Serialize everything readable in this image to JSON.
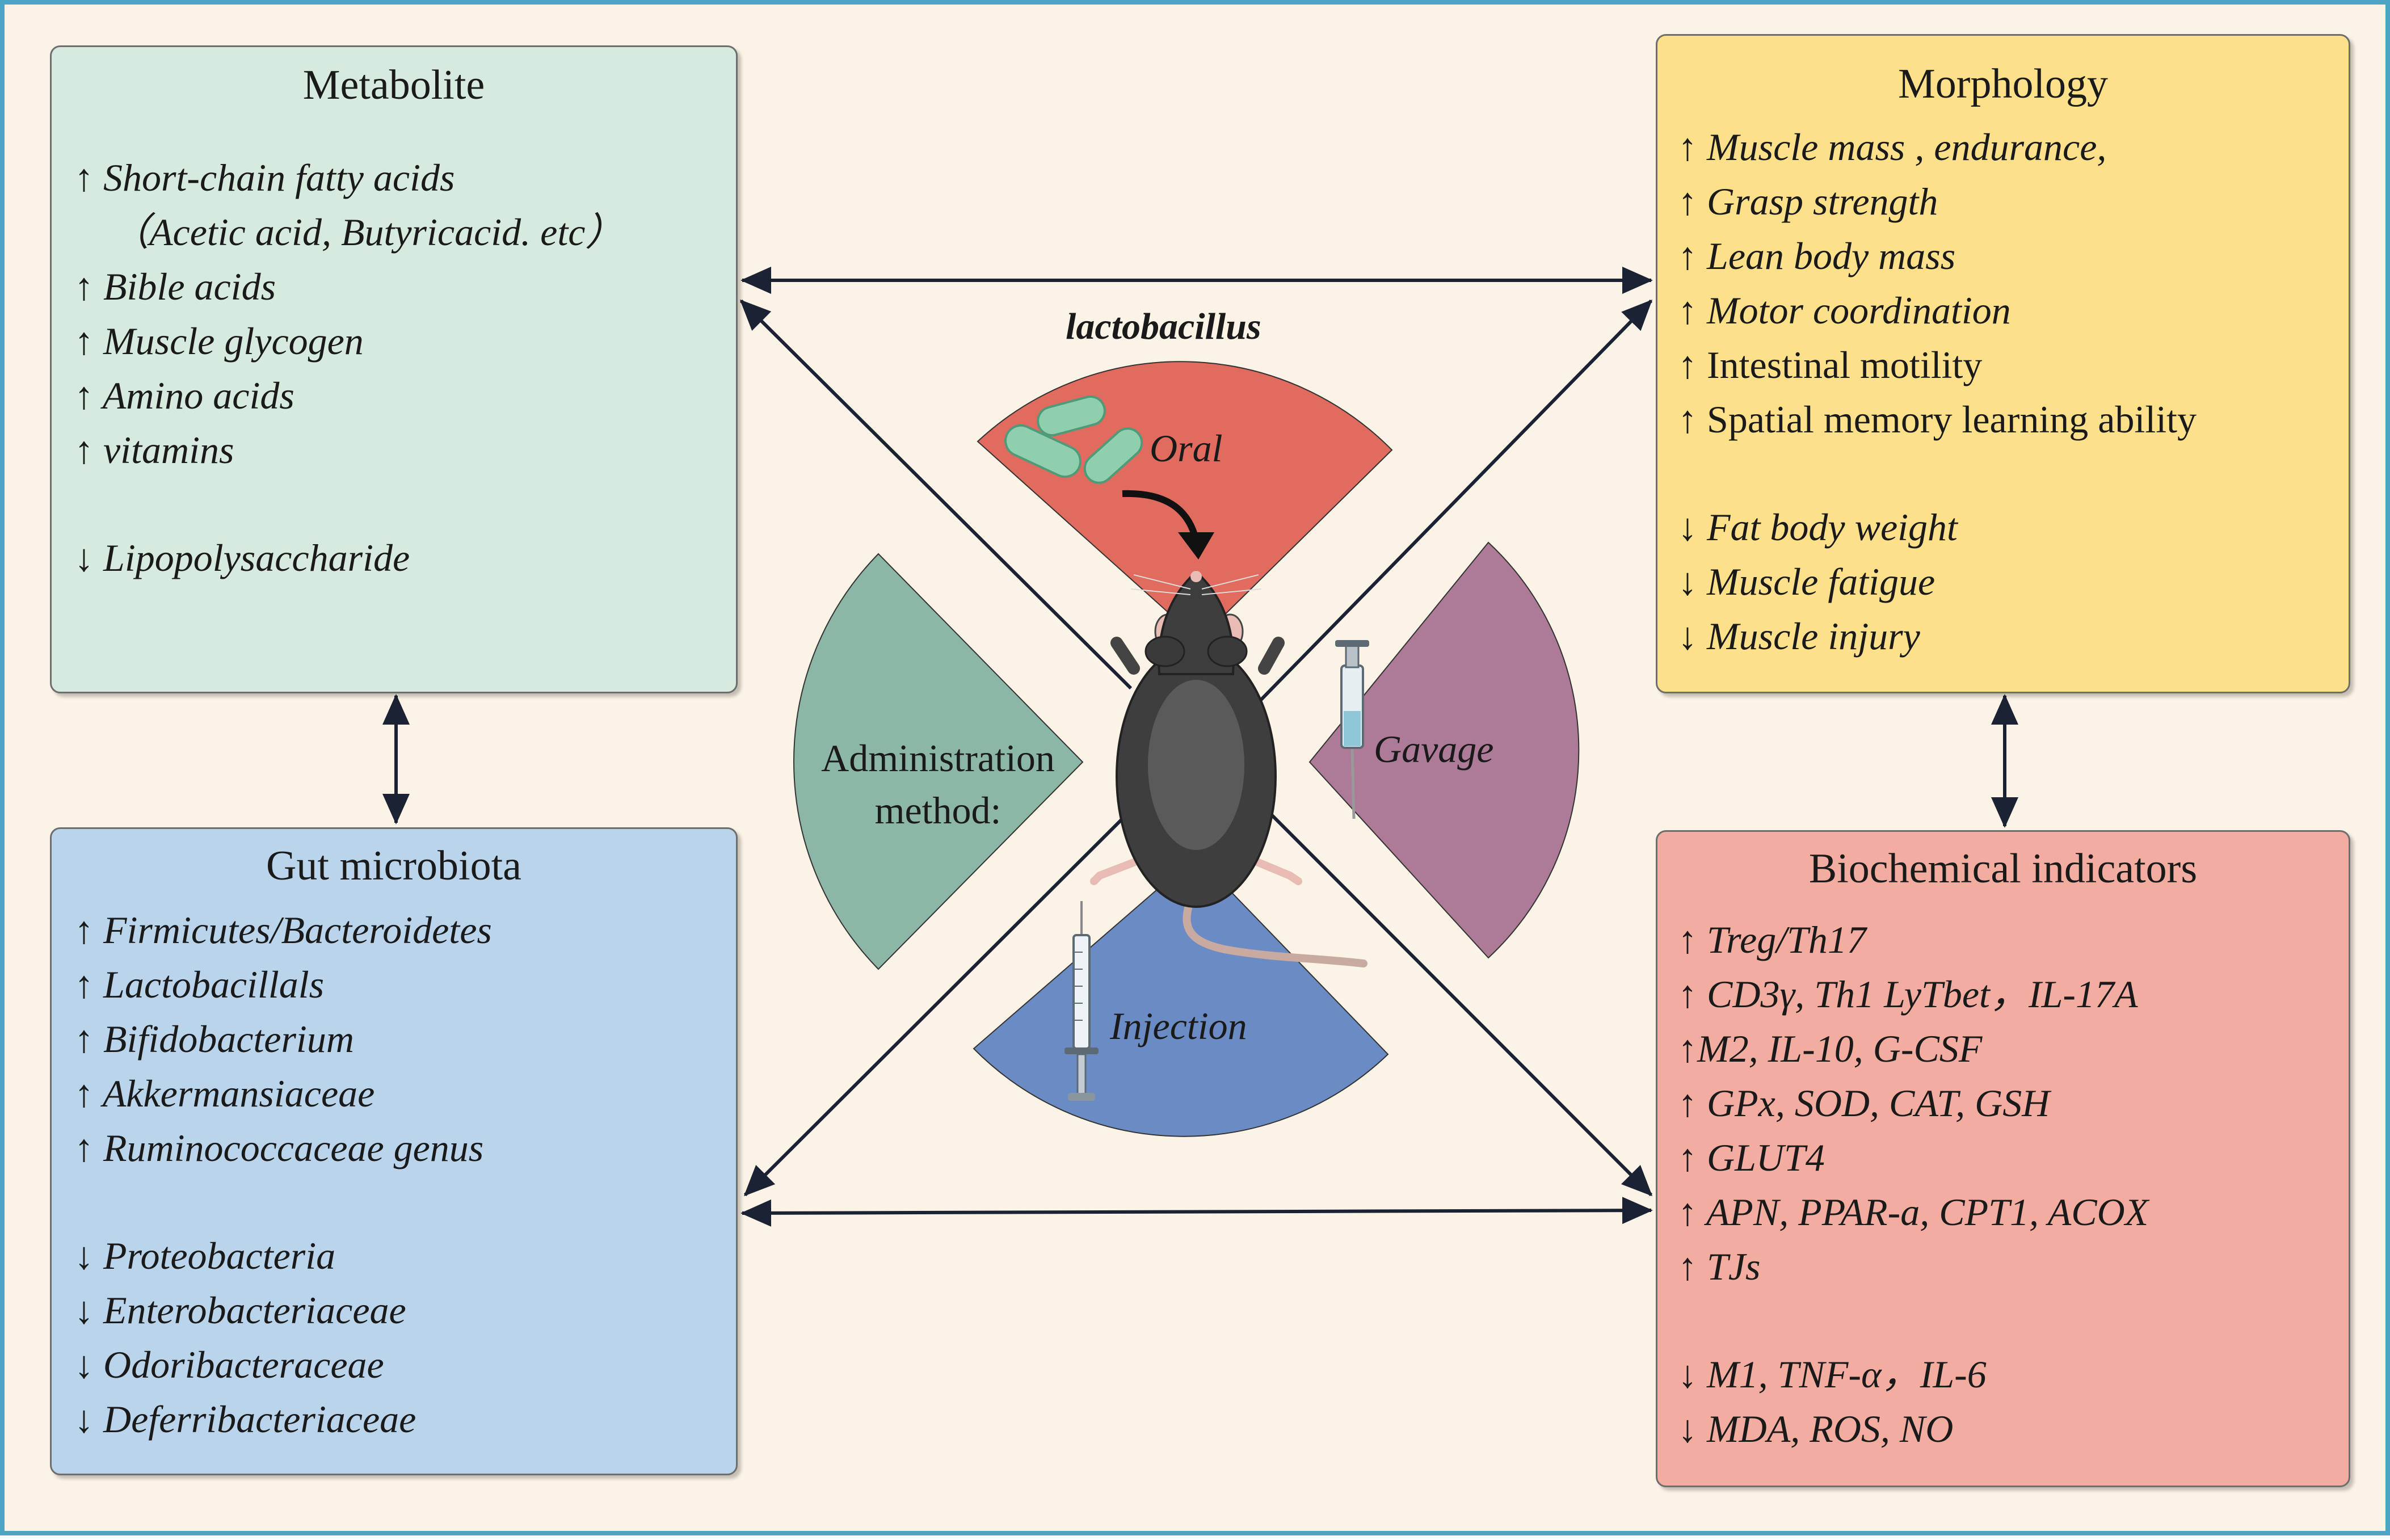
{
  "colors": {
    "background": "#fbf3e6",
    "frame": "#4aa6c4",
    "metabolite": "#d6eade",
    "morphology": "#fde08a",
    "gut": "#b9d4eb",
    "biochem": "#f2ada0",
    "oral": "#e06b5e",
    "gavage": "#ad7b97",
    "injection": "#6a8bc4",
    "administration": "#8cb6a6",
    "arrow": "#1a2233"
  },
  "center": {
    "bacterium": "lactobacillus",
    "oral": "Oral",
    "gavage": "Gavage",
    "injection": "Injection",
    "administration_line1": "Administration",
    "administration_line2": "method:"
  },
  "metabolite": {
    "title": "Metabolite",
    "items": [
      "↑ Short-chain fatty acids",
      "（Acetic acid, Butyricacid. etc）",
      "↑ Bible acids",
      "↑ Muscle glycogen",
      "↑ Amino acids",
      "↑ vitamins",
      "↓ Lipopolysaccharide"
    ]
  },
  "morphology": {
    "title": "Morphology",
    "items": [
      "↑ Muscle mass , endurance,",
      "↑ Grasp strength",
      "↑ Lean body mass",
      "↑ Motor coordination",
      "↑ Intestinal motility",
      "↑ Spatial memory learning ability",
      "↓ Fat body weight",
      "↓ Muscle fatigue",
      "↓ Muscle injury"
    ]
  },
  "gut": {
    "title": "Gut microbiota",
    "items": [
      "↑ Firmicutes/Bacteroidetes",
      "↑ Lactobacillals",
      "↑ Bifidobacterium",
      "↑ Akkermansiaceae",
      "↑ Ruminococcaceae genus",
      "↓ Proteobacteria",
      "↓ Enterobacteriaceae",
      "↓ Odoribacteraceae",
      "↓ Deferribacteriaceae"
    ]
  },
  "biochem": {
    "title": "Biochemical indicators",
    "items": [
      "↑ Treg/Th17",
      "↑ CD3γ, Th1 LyTbet，IL-17A",
      "↑M2, IL-10, G-CSF",
      "↑ GPx, SOD, CAT, GSH",
      "↑ GLUT4",
      "↑ APN, PPAR-a, CPT1, ACOX",
      "↑ TJs",
      "↓ M1, TNF-α，IL-6",
      "↓ MDA, ROS, NO"
    ]
  }
}
